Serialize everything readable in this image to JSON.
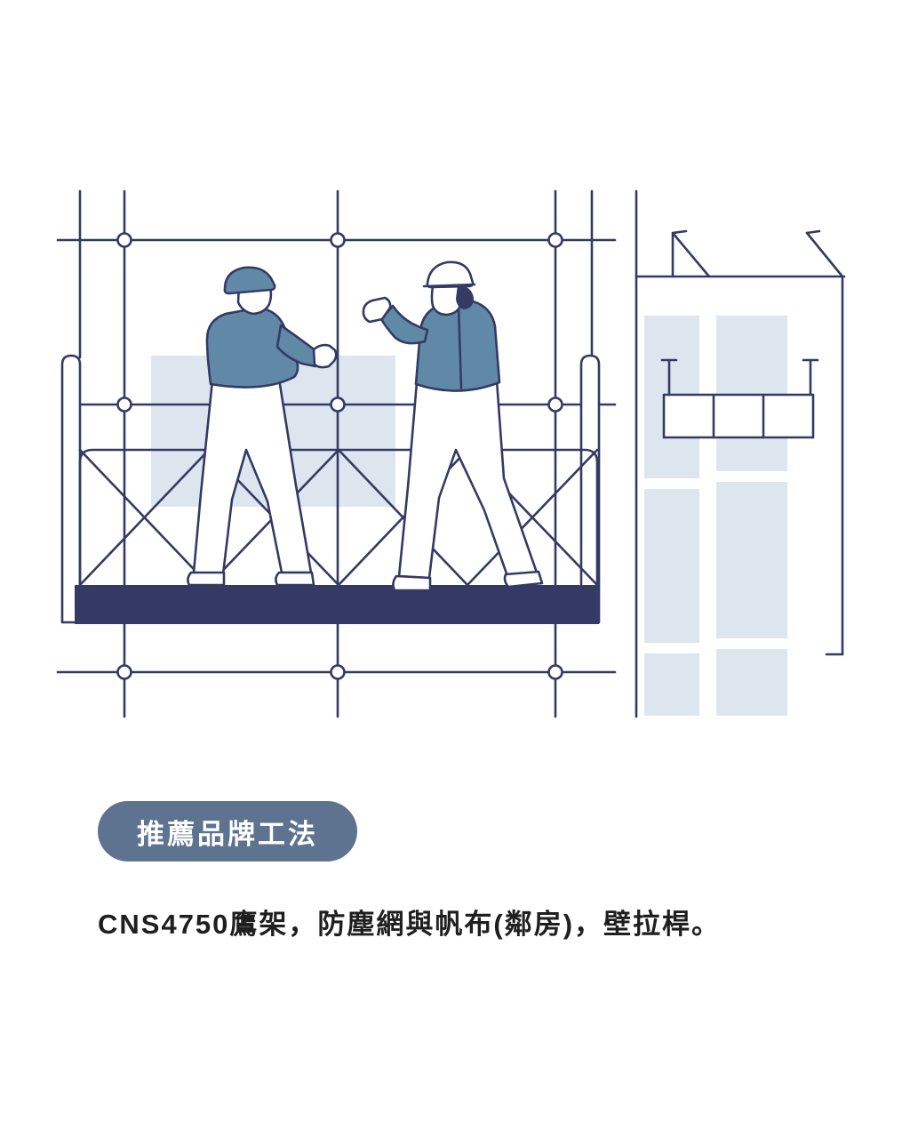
{
  "page": {
    "background": "#ffffff"
  },
  "illustration": {
    "name": "scaffolding-workers-illustration",
    "description": "Line-art illustration of two construction workers talking on a suspended scaffold platform beside a building frame with protective panels",
    "colors": {
      "outline": "#343a63",
      "shirt": "#6089a8",
      "panel": "#dde6ef",
      "deck": "#343a63",
      "badge-bg": "#5e7390",
      "badge-text": "#ffffff",
      "caption-color": "#1f1f1f"
    }
  },
  "badge": {
    "label": "推薦品牌工法"
  },
  "caption": {
    "text": "CNS4750鷹架，防塵網與帆布(鄰房)，壁拉桿。"
  }
}
